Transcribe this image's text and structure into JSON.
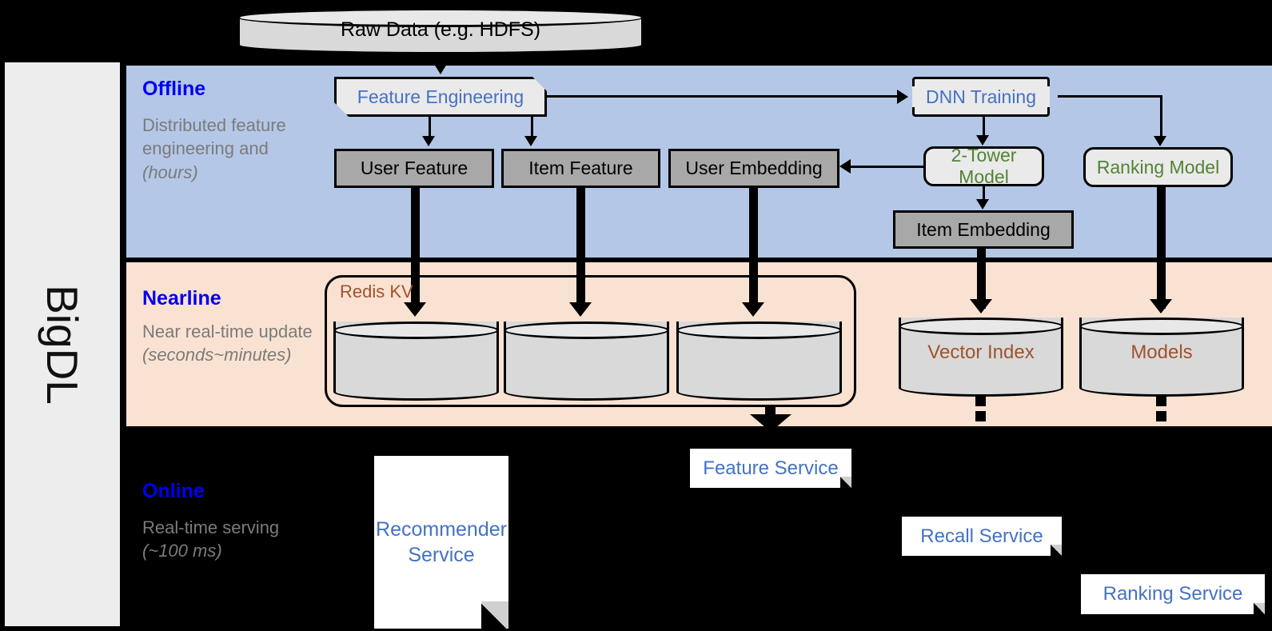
{
  "sidebar": {
    "label": "BigDL"
  },
  "stages": [
    {
      "name": "Offline",
      "title": "Offline",
      "desc": "Distributed feature engineering and ",
      "desc_em": "(hours)"
    },
    {
      "name": "Nearline",
      "title": "Nearline",
      "desc": "Near real-time update ",
      "desc_em": "(seconds~minutes)"
    },
    {
      "name": "Online",
      "title": "Online",
      "desc": "Real-time serving ",
      "desc_em": "(~100 ms)"
    }
  ],
  "source": {
    "label": "Raw Data (e.g. HDFS)"
  },
  "offline": {
    "feature_engineering": "Feature Engineering",
    "dnn_training": "DNN Training",
    "user_feature": "User Feature",
    "item_feature": "Item Feature",
    "user_embedding": "User Embedding",
    "two_tower_model": "2-Tower Model",
    "ranking_model": "Ranking Model",
    "item_embedding": "Item Embedding"
  },
  "nearline": {
    "redis_label": "Redis KV",
    "kv_stores": [
      "",
      "",
      ""
    ],
    "vector_index": "Vector Index",
    "models": "Models"
  },
  "online": {
    "recommender_service": "Recommender Service",
    "feature_service": "Feature Service",
    "recall_service": "Recall Service",
    "ranking_service": "Ranking Service"
  },
  "colors": {
    "offline_band": "#b4c7e7",
    "nearline_band": "#fae2d2",
    "online_band": "#000000",
    "stage_title": "#0000ee",
    "stage_desc": "#7b7b7b",
    "blue_text": "#4472c4",
    "green_text": "#548235",
    "brown_text": "#a0522d",
    "grey_box": "#a8a8a8",
    "proc_box": "#eaeaea",
    "sidebar": "#ededed"
  }
}
